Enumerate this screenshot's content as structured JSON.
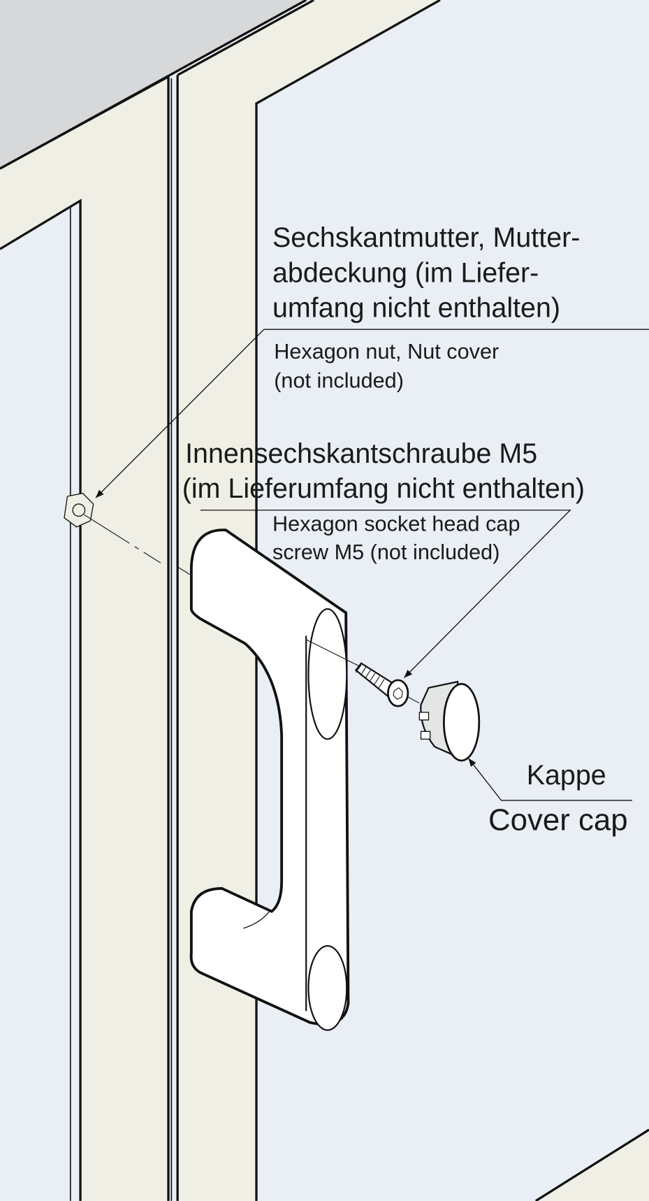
{
  "colors": {
    "wall": "#d7d8da",
    "frame": "#f0efe5",
    "glass": "#e9eff4",
    "line": "#111111",
    "handle": "#ffffff"
  },
  "labels": {
    "nut_de": [
      "Sechskantmutter, Mutter-",
      "abdeckung (im Liefer-",
      "umfang nicht enthalten)"
    ],
    "nut_en": [
      "Hexagon nut, Nut cover",
      "(not included)"
    ],
    "screw_de": [
      "Innensechskantschraube M5",
      "(im Lieferumfang nicht enthalten)"
    ],
    "screw_en": [
      "Hexagon socket head cap",
      "screw M5 (not included)"
    ],
    "cap_de": "Kappe",
    "cap_en": "Cover cap"
  }
}
